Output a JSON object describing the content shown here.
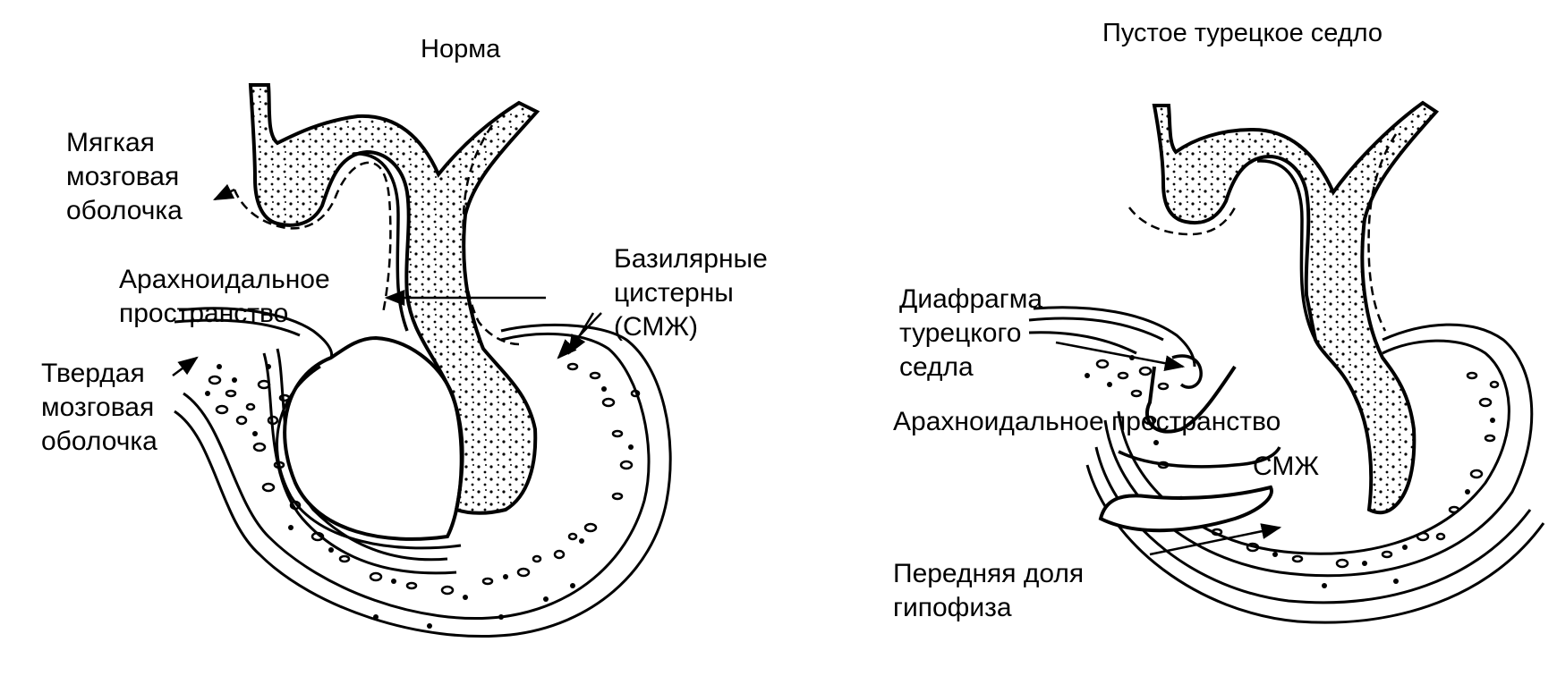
{
  "normal": {
    "title": "Норма",
    "labels": {
      "pia_1": "Мягкая",
      "pia_2": "мозговая",
      "pia_3": "оболочка",
      "arach_1": "Арахноидальное",
      "arach_2": "пространство",
      "basilar_1": "Базилярные",
      "basilar_2": "цистерны",
      "basilar_3": "(СМЖ)",
      "dura_1": "Твердая",
      "dura_2": "мозговая",
      "dura_3": "оболочка"
    }
  },
  "empty": {
    "title": "Пустое турецкое седло",
    "labels": {
      "diaphragm_1": "Диафрагма",
      "diaphragm_2": "турецкого",
      "diaphragm_3": "седла",
      "arach_space": "Арахноидальное пространство",
      "csf": "СМЖ",
      "anterior_1": "Передняя доля",
      "anterior_2": "гипофиза"
    }
  }
}
